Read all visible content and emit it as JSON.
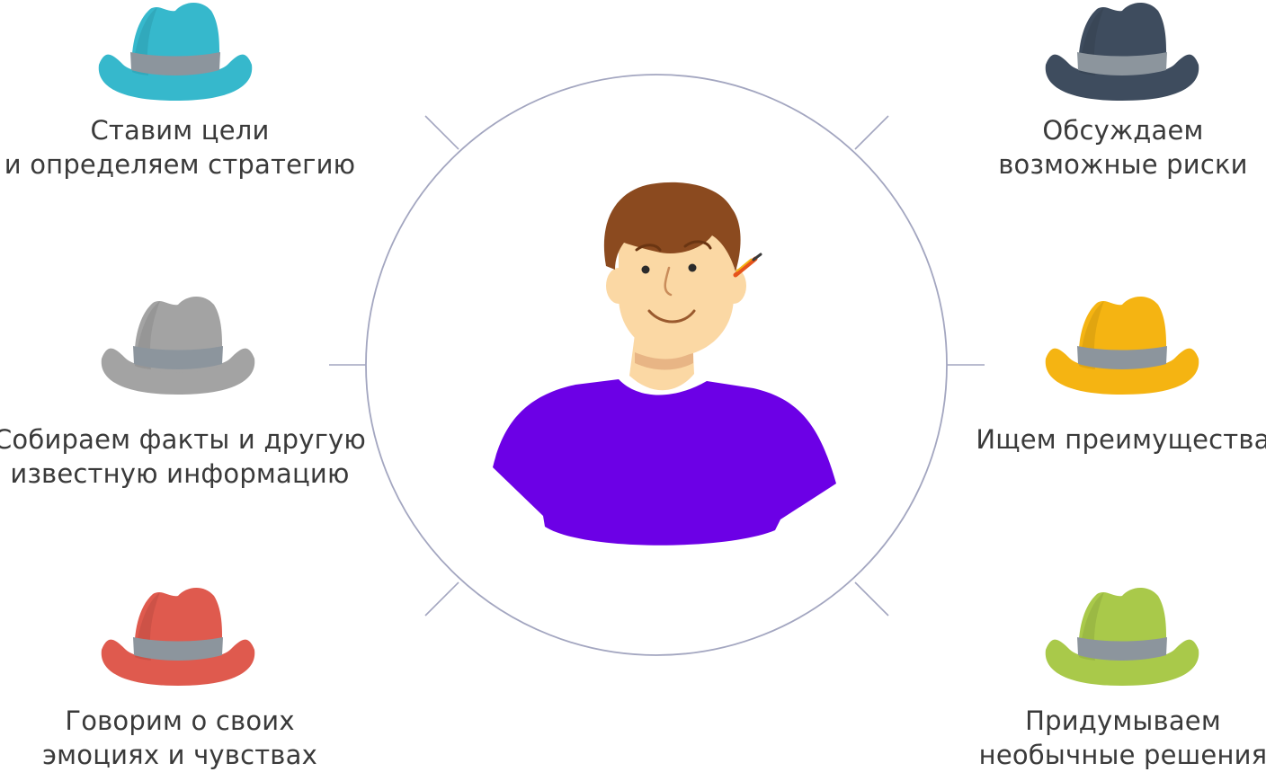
{
  "hats": {
    "white": {
      "line1": "Ставим цели",
      "line2": "и определяем стратегию",
      "color": "#36B8CC",
      "icon": "blue-hat-icon"
    },
    "black": {
      "line1": "Обсуждаем",
      "line2": "возможные риски",
      "color": "#3E4C5E",
      "icon": "dark-hat-icon"
    },
    "gray": {
      "line1": "Собираем факты и другую",
      "line2": "известную информацию",
      "color": "#A3A3A3",
      "icon": "gray-hat-icon"
    },
    "yellow": {
      "line1": "Ищем преимущества",
      "line2": "",
      "color": "#F5B412",
      "icon": "yellow-hat-icon"
    },
    "red": {
      "line1": "Говорим о своих",
      "line2": "эмоциях и чувствах",
      "color": "#DF5A4E",
      "icon": "red-hat-icon"
    },
    "green": {
      "line1": "Придумываем",
      "line2": "необычные решения",
      "color": "#A9C94A",
      "icon": "green-hat-icon"
    }
  },
  "colors": {
    "band": "#8C959D",
    "circle": "#A3A6C0",
    "shirt": "#6C00E6",
    "hair": "#8B4A1F",
    "skin": "#FBD8A4"
  }
}
